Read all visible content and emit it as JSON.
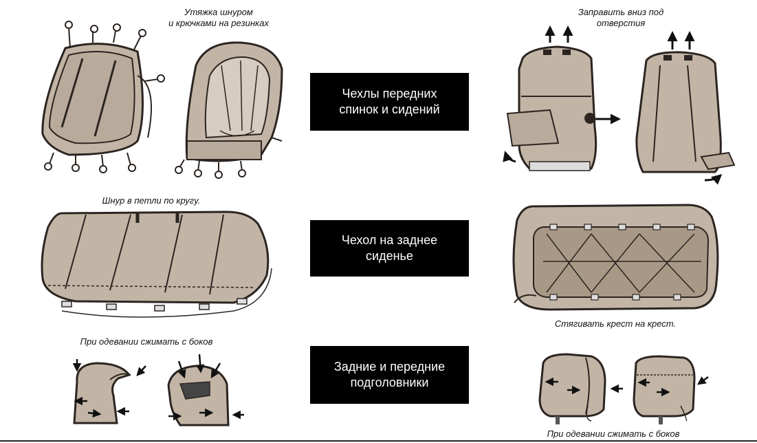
{
  "captions": {
    "lace_hooks": "Утяжка шнуром\nи крючками на резинках",
    "tuck_down": "Заправить вниз под\nотверстия",
    "lace_loops": "Шнур в петли по кругу.",
    "cross_tie": "Стягивать крест на крест.",
    "squeeze_left": "При одевании сжимать с боков",
    "squeeze_right": "При одевании сжимать с боков"
  },
  "labels": {
    "front": "Чехлы передних\nспинок и сидений",
    "rear": "Чехол на заднее\nсиденье",
    "headrests": "Задние и передние\nподголовники"
  },
  "colors": {
    "fabric": "#c2b5a6",
    "fabric_dark": "#a89886",
    "outline": "#2b2420",
    "label_bg": "#000000",
    "label_text": "#ffffff"
  }
}
